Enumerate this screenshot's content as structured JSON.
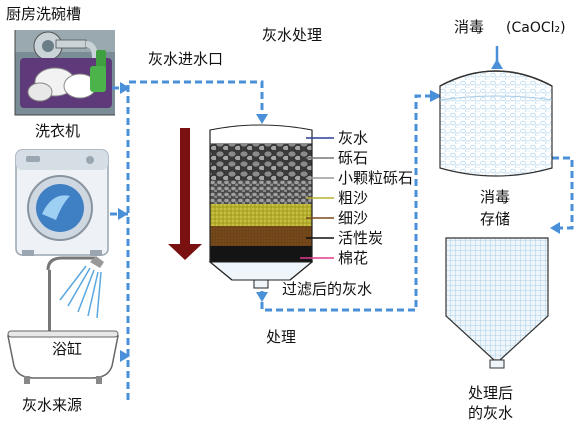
{
  "sources": {
    "kitchen_sink": "厨房洗碗槽",
    "washing_machine": "洗衣机",
    "bathtub": "浴缸",
    "caption": "灰水来源"
  },
  "pipeline": {
    "inlet": "灰水进水口",
    "treatment_title": "灰水处理",
    "treatment_bottom": "处理",
    "filtered_water": "过滤后的灰水"
  },
  "filter_layers": [
    {
      "label": "灰水",
      "color": "#2d3d9a"
    },
    {
      "label": "砾石",
      "color": "#777777"
    },
    {
      "label": "小颗粒砾石",
      "color": "#9a9a9a"
    },
    {
      "label": "粗沙",
      "color": "#b8b230"
    },
    {
      "label": "细沙",
      "color": "#7a4a1e"
    },
    {
      "label": "活性炭",
      "color": "#111111"
    },
    {
      "label": "棉花",
      "color": "#e23a8c"
    }
  ],
  "disinfection": {
    "title": "消毒",
    "chemical": "(CaOCl₂)",
    "tank_label_1": "消毒",
    "tank_label_2": "存储",
    "output_1": "处理后",
    "output_2": "的灰水"
  },
  "colors": {
    "pipe": "#4a90d9",
    "arrow_down": "#7a1010"
  }
}
